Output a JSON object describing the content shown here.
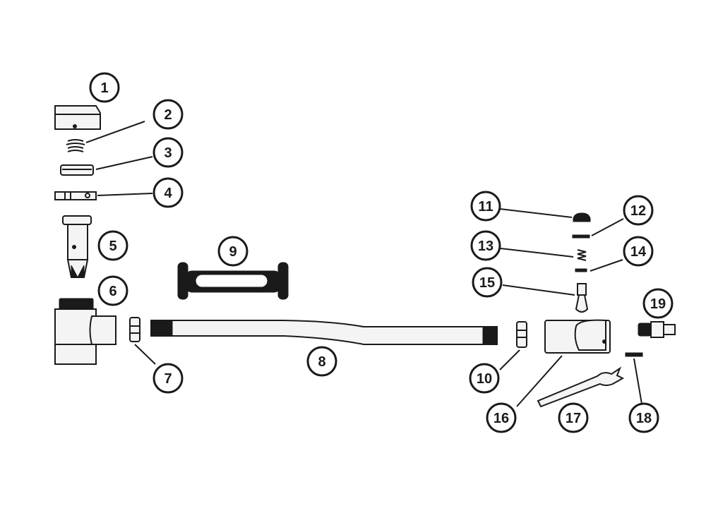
{
  "callouts": {
    "c1": "1",
    "c2": "2",
    "c3": "3",
    "c4": "4",
    "c5": "5",
    "c6": "6",
    "c7": "7",
    "c8": "8",
    "c9": "9",
    "c10": "10",
    "c11": "11",
    "c12": "12",
    "c13": "13",
    "c14": "14",
    "c15": "15",
    "c16": "16",
    "c17": "17",
    "c18": "18",
    "c19": "19"
  },
  "colors": {
    "line": "#1a1a1a",
    "part_fill": "#f4f4f4",
    "background": "#ffffff"
  }
}
